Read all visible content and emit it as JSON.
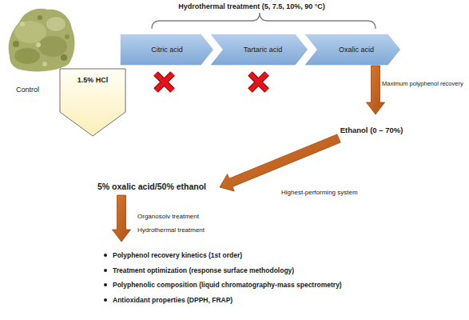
{
  "diagram": {
    "nodes": [
      {
        "text": [
          "Citric acid"
        ]
      },
      {
        "text": [
          "Tartaric acid"
        ]
      },
      {
        "text": [
          "Oxalic acid"
        ]
      },
      {
        "text": [
          "Control",
          "1.5% HCl"
        ]
      },
      {
        "text": [
          "Ethanol (0 – 70%)"
        ]
      },
      {
        "text": [
          "5% oxalic acid/50% ethanol"
        ]
      },
      {
        "text": [
          "Polyphenol recovery kinetics (1st order)",
          "Treatment optimization (response surface methodology)",
          "Polyphenolic composition (liquid chromatography-mass spectrometry)",
          "Antioxidant properties (DPPH, FRAP)"
        ]
      }
    ],
    "edges": [
      {
        "from": 2,
        "to": 4,
        "arrow": "to",
        "label": "Maximum polyphenol recovery"
      },
      {
        "from": 4,
        "to": 5,
        "arrow": "to",
        "label": "Highest-performing system"
      },
      {
        "from": 5,
        "to": 6,
        "arrow": "to",
        "label": "Organosolv treatment Hydrothermal treatment"
      }
    ],
    "labels": [
      "Hydrothermal treatment (5, 7.5, 10%, 90 °C)"
    ]
  }
}
